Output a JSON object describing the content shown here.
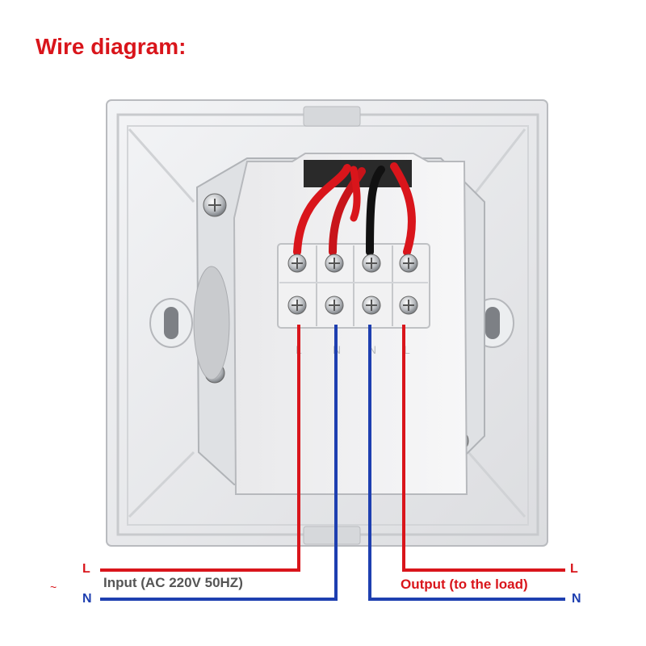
{
  "title": "Wire diagram:",
  "colors": {
    "live": "#d9151b",
    "neutral": "#1e3fb0",
    "title": "#d9151b"
  },
  "input": {
    "tilde": "~",
    "live_label": "L",
    "neutral_label": "N",
    "text": "Input (AC 220V 50HZ)"
  },
  "output": {
    "live_label": "L",
    "neutral_label": "N",
    "text": "Output (to the load)"
  },
  "terminal_labels": [
    "L",
    "N",
    "N",
    "L"
  ]
}
